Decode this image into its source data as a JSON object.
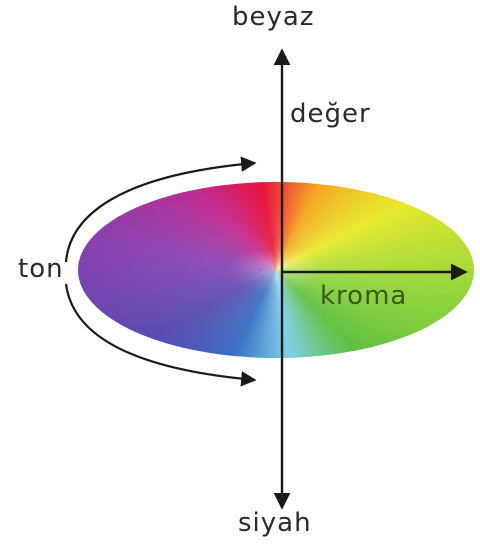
{
  "labels": {
    "top": "beyaz",
    "value_axis": "değer",
    "hue": "ton",
    "chroma": "kroma",
    "bottom": "siyah"
  },
  "colors": {
    "axis": "#1a1a1a",
    "label_text": "#2a2a2a",
    "chroma_label": "#3d5a12",
    "hue_wheel": [
      "#e8113a",
      "#f5a623",
      "#e7ea2a",
      "#8fd43a",
      "#5fbf3f",
      "#7fd0e8",
      "#3a6fc4",
      "#5a4ab0",
      "#8a3fb0",
      "#c12a8f",
      "#e8113a"
    ]
  }
}
